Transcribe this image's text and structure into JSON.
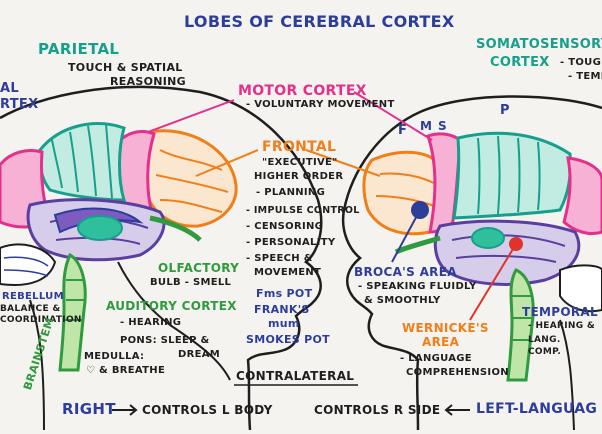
{
  "title": "LOBES OF CEREBRAL CORTEX",
  "left_side": {
    "parietal": {
      "title": "PARIETAL",
      "line1": "TOUCH & SPATIAL",
      "line2": "REASONING"
    },
    "edge_fragment_1": "AL",
    "edge_fragment_2": "RTEX",
    "cerebellum": {
      "title": "REBELLUM",
      "line1": "BALANCE &",
      "line2": "COORDINATION"
    },
    "brainstem": "BRAINSTEM",
    "olfactory": {
      "title": "OLFACTORY",
      "line1": "BULB - SMELL"
    },
    "auditory": {
      "title": "AUDITORY CORTEX",
      "line1": "- HEARING"
    },
    "pons": {
      "line1": "PONS: SLEEP &",
      "line2": "DREAM"
    },
    "medulla": {
      "line1": "MEDULLA:",
      "line2": "♡ & BREATHE"
    }
  },
  "center": {
    "motor": {
      "title": "MOTOR CORTEX",
      "line1": "- VOLUNTARY MOVEMENT"
    },
    "frontal": {
      "title": "FRONTAL",
      "items": [
        "\"EXECUTIVE\"",
        "HIGHER ORDER",
        "- PLANNING",
        "- IMPULSE CONTROL",
        "- CENSORING",
        "- PERSONALITY",
        "- SPEECH &",
        "MOVEMENT"
      ]
    },
    "mnemonic": {
      "line1": "Fms POT",
      "line2": "FRANK'S",
      "line3": "mum",
      "line4": "SMOKES POT"
    },
    "contralateral": "CONTRALATERAL",
    "right_controls": "RIGHT",
    "controls_l": "CONTROLS L BODY",
    "controls_r": "CONTROLS R SIDE",
    "left_language": "LEFT-LANGUAG"
  },
  "right_side": {
    "somato": {
      "title": "SOMATOSENSORY",
      "line2": "CORTEX",
      "line3": "- TOUGH",
      "line4": "- TEMP"
    },
    "letters": {
      "f": "F",
      "m": "M",
      "s": "S",
      "p": "P"
    },
    "broca": {
      "title": "BROCA'S AREA",
      "line1": "- SPEAKING FLUIDLY",
      "line2": "& SMOOTHLY"
    },
    "wernicke": {
      "title": "WERNICKE'S",
      "title2": "AREA",
      "line1": "- LANGUAGE",
      "line2": "COMPREHENSION"
    },
    "temporal": {
      "title": "TEMPORAL",
      "line1": "- HEARING &",
      "line2": "LANG.",
      "line3": "COMP."
    }
  },
  "colors": {
    "teal": "#16a08c",
    "pink": "#e52f8c",
    "orange": "#f07f1a",
    "blue": "#2d3d9a",
    "green": "#2f9a3e",
    "purple": "#5b3fa0",
    "red": "#e0342a"
  }
}
